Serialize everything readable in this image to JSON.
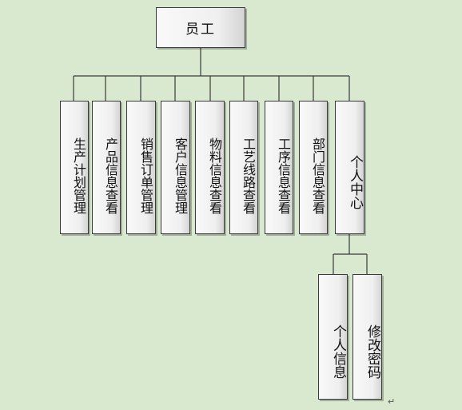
{
  "root": {
    "label": "员工"
  },
  "children": [
    {
      "label": "生产计划管理"
    },
    {
      "label": "产品信息查看"
    },
    {
      "label": "销售订单管理"
    },
    {
      "label": "客户信息管理"
    },
    {
      "label": "物料信息查看"
    },
    {
      "label": "工艺线路查看"
    },
    {
      "label": "工序信息查看"
    },
    {
      "label": "部门信息查看"
    },
    {
      "label": "个人中心"
    }
  ],
  "personal_center_children": [
    {
      "label": "个人信息"
    },
    {
      "label": "修改密码"
    }
  ],
  "colors": {
    "background": "#d8e9cf",
    "line": "#3a3a3a",
    "box_fill": "#f2f2f2"
  },
  "return_mark": "↵"
}
